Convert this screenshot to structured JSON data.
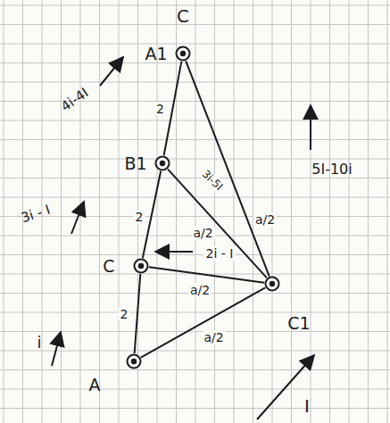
{
  "diagram": {
    "nodes": [
      {
        "text": [
          "A1"
        ]
      },
      {
        "text": [
          "B1"
        ]
      },
      {
        "text": [
          "C"
        ]
      },
      {
        "text": [
          "C1"
        ]
      },
      {
        "text": [
          "A"
        ]
      }
    ],
    "edges": [
      {
        "from": 4,
        "to": 2,
        "arrow": "none",
        "label": "2"
      },
      {
        "from": 2,
        "to": 1,
        "arrow": "none",
        "label": "2"
      },
      {
        "from": 1,
        "to": 0,
        "arrow": "none",
        "label": "2"
      },
      {
        "from": 0,
        "to": 3,
        "arrow": "none",
        "label": "a/2"
      },
      {
        "from": 1,
        "to": 3,
        "arrow": "none",
        "label": "a/2"
      },
      {
        "from": 2,
        "to": 3,
        "arrow": "none",
        "label": "a/2"
      },
      {
        "from": 4,
        "to": 3,
        "arrow": "none",
        "label": "a/2"
      }
    ],
    "labels": [
      "C",
      "4i-4I",
      "3i - I",
      "i",
      "5I-10i",
      "I",
      "2i - I",
      "3i-5I"
    ]
  }
}
